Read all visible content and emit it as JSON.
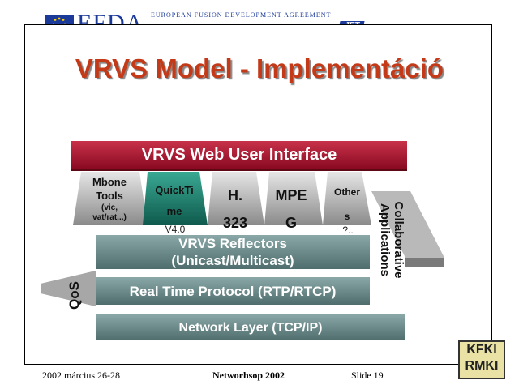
{
  "header": {
    "logo_text": "EFDA",
    "tagline": "EUROPEAN FUSION DEVELOPMENT AGREEMENT",
    "jet_logo": "JET"
  },
  "slide": {
    "title": "VRVS Model - Implementáció"
  },
  "diagram": {
    "web_ui": "VRVS Web User Interface",
    "apps": [
      {
        "line1": "Mbone",
        "line2": "Tools",
        "line3": "(vic,",
        "line4": "vat/rat,..)"
      },
      {
        "line1": "QuickTi",
        "line2": "me",
        "line3": "V4.0"
      },
      {
        "line1": "H.",
        "line2": "323"
      },
      {
        "line1": "MPE",
        "line2": "G"
      },
      {
        "line1": "Other",
        "line2": "s",
        "line3": "?.."
      }
    ],
    "reflectors_line1": "VRVS Reflectors",
    "reflectors_line2": "(Unicast/Multicast)",
    "rtp": "Real Time Protocol (RTP/RTCP)",
    "network": "Network Layer (TCP/IP)",
    "qos": "QoS",
    "collab_line1": "Collaborative",
    "collab_line2": "Applications"
  },
  "footer": {
    "date": "2002 március 26-28",
    "event": "Networhsop 2002",
    "slide_number": "Slide 19",
    "logo_text_1": "KFKI",
    "logo_text_2": "RMKI"
  },
  "colors": {
    "title": "#c43a18",
    "web_ui_bar": "#a01a32",
    "layer_bars": "#6d8b8b",
    "quicktime_block": "#1f7a6a",
    "brand_blue": "#1c3a9a"
  }
}
